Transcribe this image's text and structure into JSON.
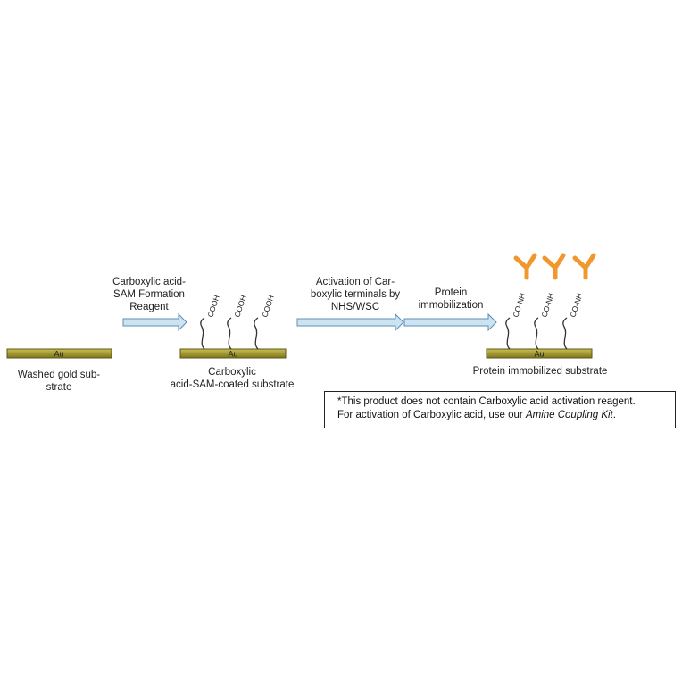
{
  "substrate_label": "Au",
  "molecule_label": "COOH",
  "coupled_label": "CO-NH",
  "steps": {
    "washed": {
      "caption": [
        "Washed gold sub-",
        "strate"
      ]
    },
    "sam_reagent": {
      "arrow_label": [
        "Carboxylic acid-",
        "SAM Formation",
        "Reagent"
      ]
    },
    "sam_coated": {
      "caption": [
        "Carboxylic",
        "acid-SAM-coated substrate"
      ]
    },
    "activation": {
      "arrow_label": [
        "Activation of Car-",
        "boxylic terminals by",
        "NHS/WSC"
      ]
    },
    "immobilization": {
      "arrow_label": [
        "Protein",
        "immobilization"
      ]
    },
    "protein": {
      "caption": [
        "Protein immobilized substrate"
      ]
    }
  },
  "note": {
    "line1": "*This product does not contain Carboxylic acid activation reagent.",
    "line2_prefix": "For activation of Carboxylic acid, use our ",
    "line2_kit": "Amine Coupling Kit",
    "line2_suffix": "."
  },
  "colors": {
    "gold": "#a39a34",
    "gold_edge": "#5c5616",
    "arrow_fill": "#cde3f1",
    "arrow_edge": "#5f8fb3",
    "protein": "#f0982e"
  }
}
